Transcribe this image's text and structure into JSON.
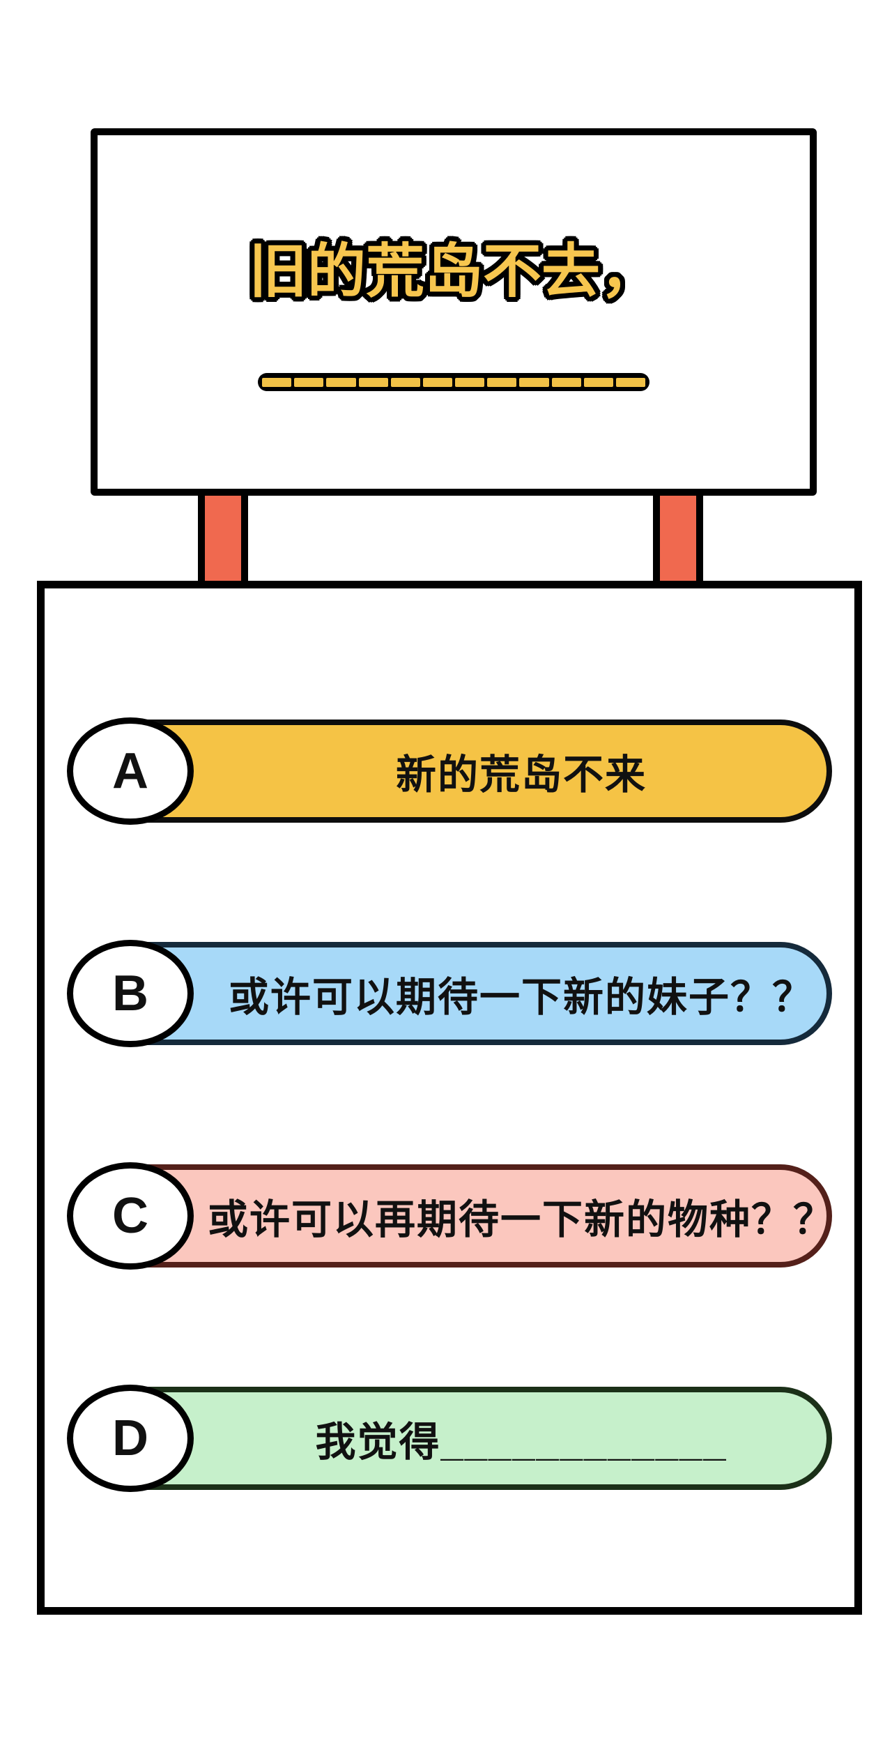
{
  "sign": {
    "title": "旧的荒岛不去，",
    "blank_segment_count": 12
  },
  "options": [
    {
      "letter": "A",
      "text": "新的荒岛不来",
      "fill": "#F5C345",
      "border": "#0D0D0D"
    },
    {
      "letter": "B",
      "text": "或许可以期待一下新的妹子？？",
      "fill": "#A7D9F8",
      "border": "#152A3B"
    },
    {
      "letter": "C",
      "text": "或许可以再期待一下新的物种？？",
      "fill": "#FBC7BE",
      "border": "#54201A"
    },
    {
      "letter": "D",
      "text": "我觉得____________",
      "fill": "#C6F0CB",
      "border": "#1B3018"
    }
  ],
  "colors": {
    "title_yellow": "#F7C64F",
    "underline_yellow": "#F2C247",
    "post_red": "#F0694F",
    "outline_black": "#000000",
    "background": "#FFFFFF"
  }
}
